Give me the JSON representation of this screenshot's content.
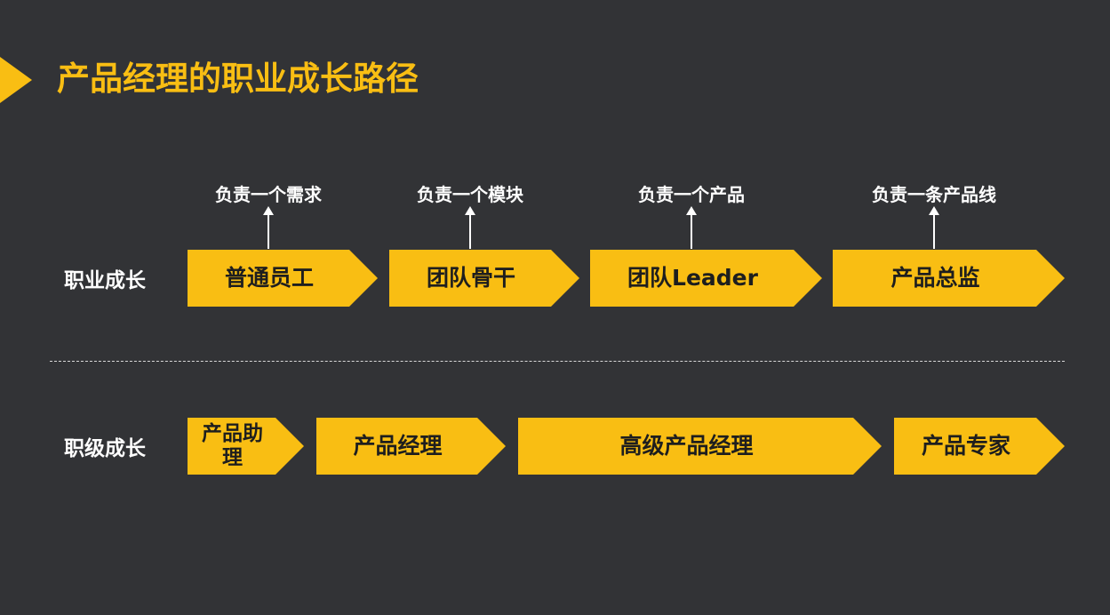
{
  "title": "产品经理的职业成长路径",
  "career": {
    "label": "职业成长",
    "steps": [
      "普通员工",
      "团队骨干",
      "团队Leader",
      "产品总监"
    ],
    "responsibilities": [
      "负责一个需求",
      "负责一个模块",
      "负责一个产品",
      "负责一条产品线"
    ]
  },
  "grade": {
    "label": "职级成长",
    "steps": [
      "产品助理",
      "产品经理",
      "高级产品经理",
      "产品专家"
    ]
  },
  "colors": {
    "background": "#323336",
    "accent": "#F9BE13",
    "step_text": "#1E1E1E",
    "text": "#FFFFFF"
  }
}
